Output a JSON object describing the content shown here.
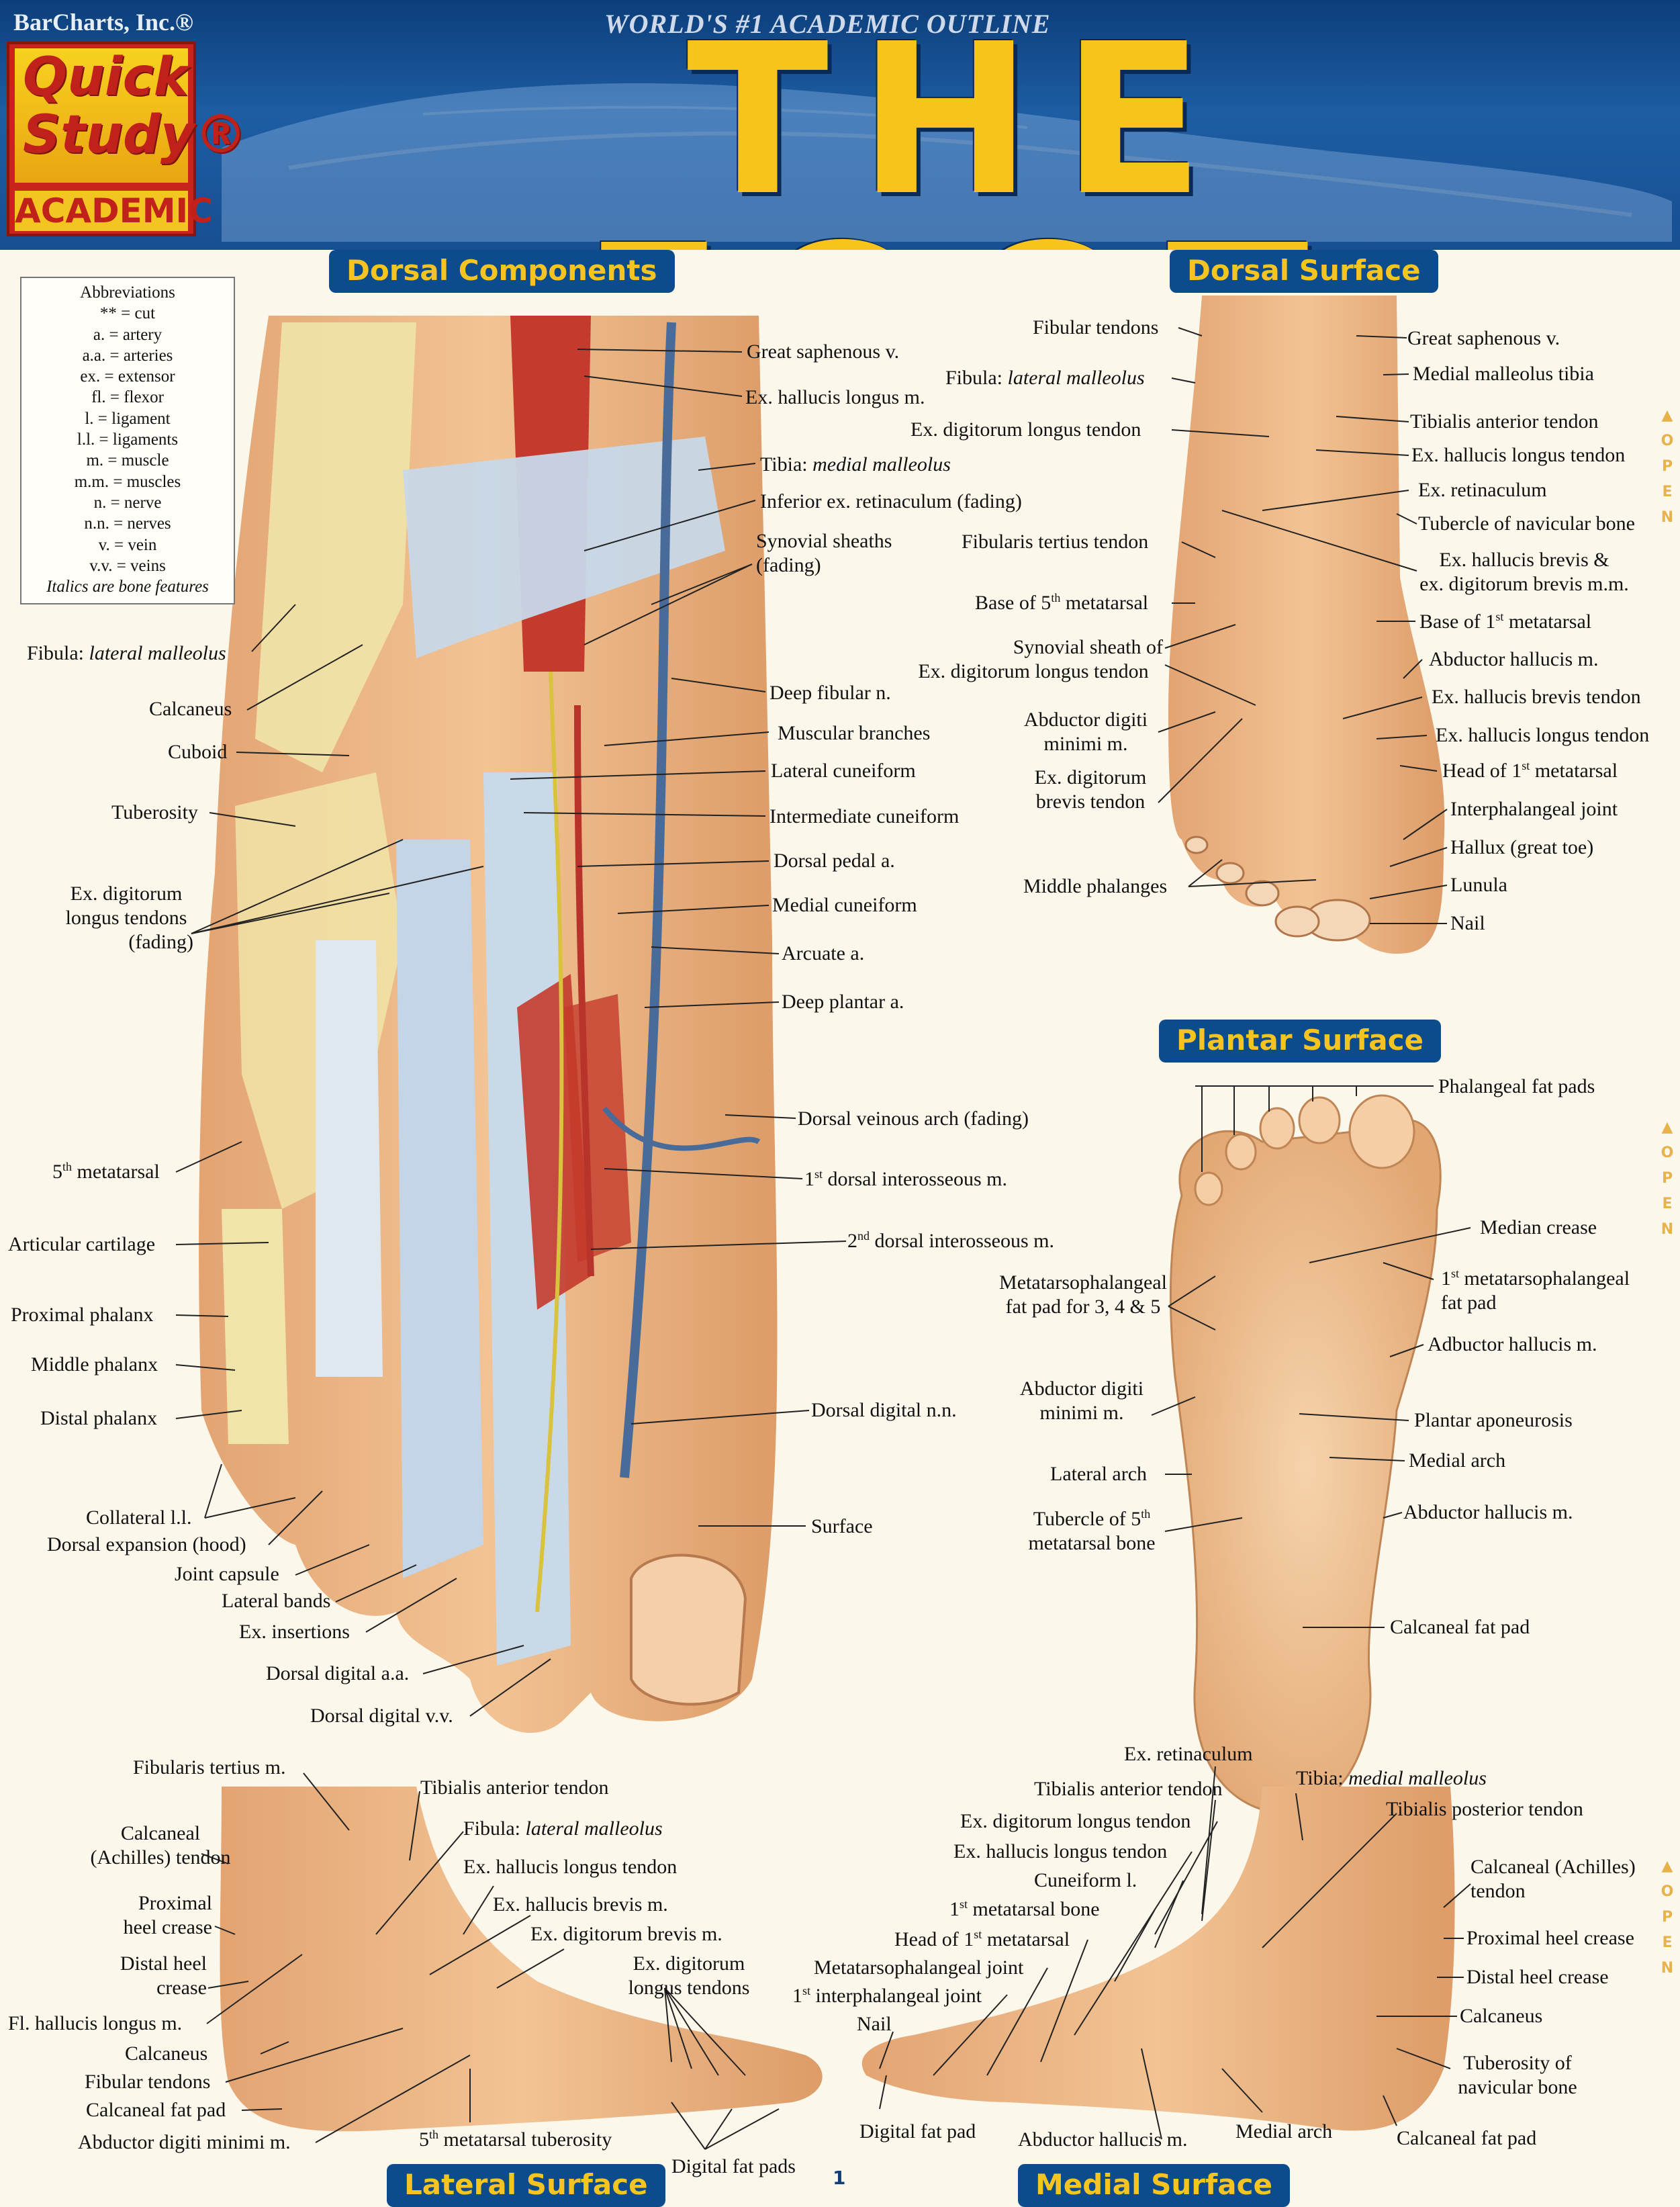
{
  "header": {
    "publisher": "BarCharts, Inc.®",
    "tagline": "WORLD'S #1 ACADEMIC OUTLINE",
    "title": "THE FOOT",
    "logo_line1": "Quick",
    "logo_line2": "Study®",
    "logo_line3": "ACADEMIC"
  },
  "sections": {
    "dorsal_components": "Dorsal Components",
    "dorsal_surface": "Dorsal Surface",
    "plantar_surface": "Plantar Surface",
    "lateral_surface": "Lateral Surface",
    "medial_surface": "Medial Surface"
  },
  "abbreviations": {
    "heading": "Abbreviations",
    "items": [
      "** = cut",
      "a. = artery",
      "a.a. = arteries",
      "ex. = extensor",
      "fl. = flexor",
      "l. = ligament",
      "l.l. = ligaments",
      "m. = muscle",
      "m.m. = muscles",
      "n. = nerve",
      "n.n. = nerves",
      "v. = vein",
      "v.v. = veins"
    ],
    "note": "Italics are bone features"
  },
  "dorsal_components_left": {
    "fibula_a": "Fibula: ",
    "fibula_b": "lateral malleolus",
    "calcaneus": "Calcaneus",
    "cuboid": "Cuboid",
    "tuberosity": "Tuberosity",
    "ex_dig_1": "Ex. digitorum",
    "ex_dig_2": "longus tendons",
    "ex_dig_3": "(fading)",
    "fifth_meta_a": "5",
    "fifth_meta_sup": "th",
    "fifth_meta_b": " metatarsal",
    "articular": "Articular cartilage",
    "proximal": "Proximal phalanx",
    "middle": "Middle phalanx",
    "distal": "Distal phalanx",
    "collateral": "Collateral l.l.",
    "dorsal_exp": "Dorsal expansion (hood)",
    "joint_capsule": "Joint capsule",
    "lateral_bands": "Lateral bands",
    "ex_insertions": "Ex. insertions",
    "dorsal_digital_aa": "Dorsal digital a.a.",
    "dorsal_digital_vv": "Dorsal digital v.v."
  },
  "dorsal_components_right": {
    "great_saph": "Great saphenous v.",
    "ex_hallucis": "Ex. hallucis longus m.",
    "tibia_a": "Tibia: ",
    "tibia_b": "medial malleolus",
    "inf_ret": "Inferior ex. retinaculum (fading)",
    "syn_1": "Synovial sheaths",
    "syn_2": "(fading)",
    "deep_fib": "Deep fibular n.",
    "muscular": "Muscular branches",
    "lat_cun": "Lateral cuneiform",
    "int_cun": "Intermediate cuneiform",
    "dorsal_pedal": "Dorsal pedal a.",
    "med_cun": "Medial cuneiform",
    "arcuate": "Arcuate a.",
    "deep_plantar": "Deep plantar a.",
    "venous_arch": "Dorsal veinous arch (fading)",
    "first_int_a": "1",
    "first_int_sup": "st",
    "first_int_b": " dorsal interosseous m.",
    "second_int_a": "2",
    "second_int_sup": "nd",
    "second_int_b": " dorsal interosseous m.",
    "dorsal_digital_nn": "Dorsal digital n.n.",
    "surface": "Surface"
  },
  "dorsal_surface": {
    "fibular_tendons": "Fibular tendons",
    "fibula_a": "Fibula: ",
    "fibula_b": "lateral malleolus",
    "ex_dig_long": "Ex. digitorum longus tendon",
    "fib_tertius": "Fibularis tertius tendon",
    "base5_a": "Base of 5",
    "base5_sup": "th",
    "base5_b": " metatarsal",
    "syn_1": "Synovial sheath of",
    "syn_2": "Ex. digitorum longus tendon",
    "abd_dig_1": "Abductor digiti",
    "abd_dig_2": "minimi m.",
    "ex_dig_brev_1": "Ex. digitorum",
    "ex_dig_brev_2": "brevis tendon",
    "middle_phal": "Middle phalanges",
    "great_saph": "Great saphenous v.",
    "med_mall": "Medial malleolus tibia",
    "tib_ant": "Tibialis anterior tendon",
    "ex_hal_long": "Ex. hallucis longus tendon",
    "ex_ret": "Ex. retinaculum",
    "tubercle_nav": "Tubercle of navicular bone",
    "ex_hal_brev_1": "Ex. hallucis brevis &",
    "ex_hal_brev_2": "ex. digitorum brevis m.m.",
    "base1_a": "Base of 1",
    "base1_sup": "st",
    "base1_b": " metatarsal",
    "abd_hal": "Abductor hallucis m.",
    "ex_hal_brev_t": "Ex. hallucis brevis tendon",
    "ex_hal_long_t": "Ex. hallucis longus tendon",
    "head1_a": "Head of 1",
    "head1_sup": "st",
    "head1_b": " metatarsal",
    "interphal": "Interphalangeal joint",
    "hallux": "Hallux (great toe)",
    "lunula": "Lunula",
    "nail": "Nail"
  },
  "plantar_surface": {
    "phal_fat": "Phalangeal fat pads",
    "median_crease": "Median crease",
    "first_mtp_1_a": "1",
    "first_mtp_1_sup": "st",
    "first_mtp_1_b": " metatarsophalangeal",
    "first_mtp_2": "fat pad",
    "mtp_1": "Metatarsophalangeal",
    "mtp_2": "fat pad for 3, 4 & 5",
    "abd_dig_1": "Abductor digiti",
    "abd_dig_2": "minimi m.",
    "adb_hal": "Adbuctor hallucis m.",
    "plantar_apon": "Plantar aponeurosis",
    "lateral_arch": "Lateral arch",
    "medial_arch": "Medial arch",
    "tub5_1_a": "Tubercle of 5",
    "tub5_1_sup": "th",
    "tub5_2": "metatarsal bone",
    "abd_hal": "Abductor hallucis m.",
    "calc_fat": "Calcaneal fat pad"
  },
  "lateral_surface": {
    "fib_tertius": "Fibularis tertius m.",
    "calc_1": "Calcaneal",
    "calc_2": "(Achilles) tendon",
    "prox_1": "Proximal",
    "prox_2": "heel crease",
    "dist_1": "Distal heel",
    "dist_2": "crease",
    "fl_hal": "Fl. hallucis longus m.",
    "calcaneus": "Calcaneus",
    "fib_tendons": "Fibular tendons",
    "calc_fat": "Calcaneal fat pad",
    "abd_dig": "Abductor digiti minimi m.",
    "tib_ant": "Tibialis anterior tendon",
    "fibula_a": "Fibula: ",
    "fibula_b": "lateral malleolus",
    "ex_hal_long": "Ex. hallucis longus tendon",
    "ex_hal_brev": "Ex. hallucis brevis m.",
    "ex_dig_brev": "Ex. digitorum brevis m.",
    "ex_dig_long_1": "Ex. digitorum",
    "ex_dig_long_2": "longus tendons",
    "fifth_tub_a": "5",
    "fifth_tub_sup": "th",
    "fifth_tub_b": " metatarsal tuberosity",
    "dig_fat": "Digital fat pads"
  },
  "medial_surface": {
    "ex_ret": "Ex. retinaculum",
    "tib_ant": "Tibialis anterior tendon",
    "ex_dig_long": "Ex. digitorum longus tendon",
    "ex_hal_long": "Ex. hallucis longus tendon",
    "cuneiform": "Cuneiform l.",
    "first_meta_a": "1",
    "first_meta_sup": "st",
    "first_meta_b": " metatarsal bone",
    "head1_a": "Head of 1",
    "head1_sup": "st",
    "head1_b": " metatarsal",
    "mtp": "Metatarsophalangeal joint",
    "first_ip_a": "1",
    "first_ip_sup": "st",
    "first_ip_b": " interphalangeal joint",
    "nail": "Nail",
    "dig_fat": "Digital fat pad",
    "abd_hal": "Abductor hallucis m.",
    "medial_arch": "Medial arch",
    "tibia_a": "Tibia: ",
    "tibia_b": "medial malleolus",
    "tib_post": "Tibialis posterior tendon",
    "calc_1": "Calcaneal (Achilles)",
    "calc_2": "tendon",
    "prox_heel": "Proximal heel crease",
    "dist_heel": "Distal heel crease",
    "calcaneus": "Calcaneus",
    "tub_nav_1": "Tuberosity of",
    "tub_nav_2": "navicular bone",
    "calc_fat": "Calcaneal fat pad"
  },
  "side_tab": "OPEN",
  "page_number": "1",
  "colors": {
    "header_blue": "#1d5da3",
    "title_gold": "#f6c41a",
    "section_bg": "#0d4c8c",
    "skin": "#e8b07e",
    "bone": "#f1e4a8",
    "tendon": "#b9cde0",
    "muscle": "#c43a2c"
  }
}
